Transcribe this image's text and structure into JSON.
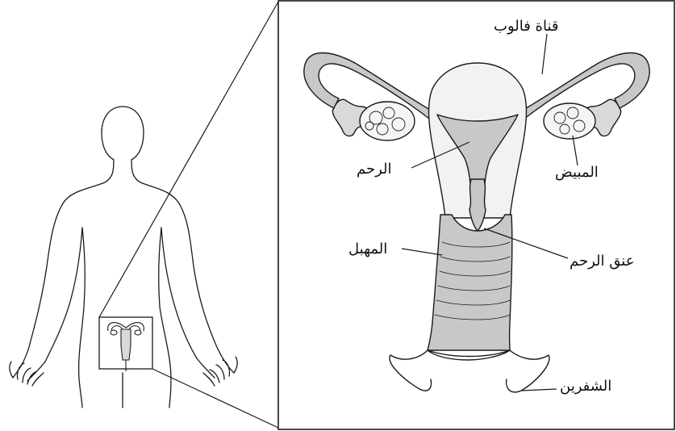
{
  "labels": {
    "fallopian_tube": "قناة فالوب",
    "uterus": "الرحم",
    "ovary": "المبيض",
    "cervix": "عنق الرحم",
    "vagina": "المهبل",
    "labia": "الشفرين"
  },
  "colors": {
    "outline": "#1a1a1a",
    "tissue_fill": "#c8c8c8",
    "light_fill": "#f2f2f2",
    "background": "#ffffff"
  }
}
